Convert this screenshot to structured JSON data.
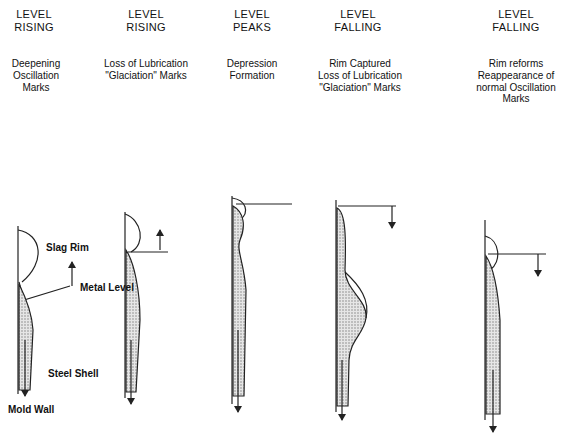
{
  "diagram": {
    "labels": [
      "LEVEL RISING",
      "Deepening Oscillation Marks",
      "LEVEL RISING",
      "Loss of Lubrication \"Glaciation\" Marks",
      "LEVEL PEAKS",
      "Depression Formation",
      "LEVEL FALLING",
      "Rim Captured Loss of Lubrication \"Glaciation\" Marks",
      "LEVEL FALLING",
      "Rim reforms Reappearance of normal Oscillation Marks",
      "Slag Rim",
      "Metal Level",
      "Steel Shell",
      "Mold Wall"
    ]
  }
}
